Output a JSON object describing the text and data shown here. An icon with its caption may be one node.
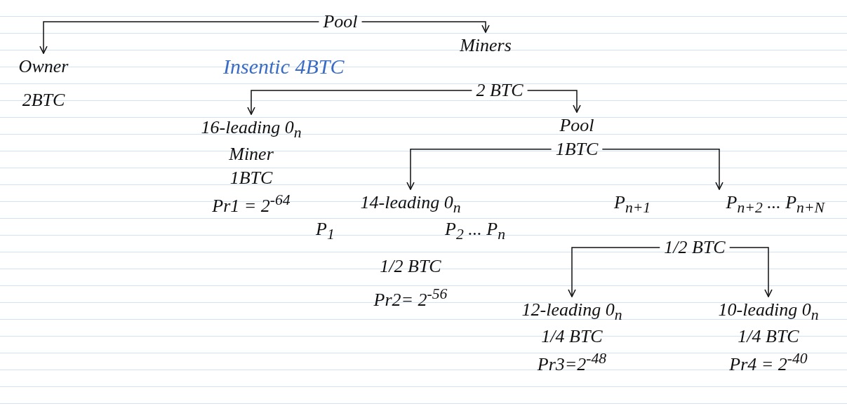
{
  "diagram": {
    "nodes": [
      {
        "text": [
          "Pool"
        ]
      },
      {
        "text": [
          "Owner",
          "2BTC"
        ]
      },
      {
        "text": [
          "Miners"
        ]
      },
      {
        "text": [
          "2 BTC"
        ]
      },
      {
        "text": [
          "16-leading 0$_{n}$",
          "Miner",
          "1BTC",
          "Pr1 = 2$^{-64}$"
        ]
      },
      {
        "text": [
          "Pool",
          "1BTC"
        ]
      },
      {
        "text": [
          "14-leading 0$_{n}$",
          "P$_{1}$",
          "P$_{2}$ ... P$_{n}$",
          "1/2 BTC",
          "Pr2= 2$^{-56}$"
        ]
      },
      {
        "text": [
          "P$_{n+1}$",
          "P$_{n+2}$ ... P$_{n+N}$"
        ]
      },
      {
        "text": [
          "1/2 BTC"
        ]
      },
      {
        "text": [
          "12-leading 0$_{n}$",
          "1/4 BTC",
          "Pr3=2$^{-48}$"
        ]
      },
      {
        "text": [
          "10-leading 0$_{n}$",
          "1/4 BTC",
          "Pr4 = 2$^{-40}$"
        ]
      }
    ],
    "edges": [
      {
        "from": 0,
        "to": 1,
        "arrow": "to"
      },
      {
        "from": 0,
        "to": 2,
        "arrow": "to"
      },
      {
        "from": 3,
        "to": 4,
        "arrow": "to"
      },
      {
        "from": 3,
        "to": 5,
        "arrow": "to"
      },
      {
        "from": 5,
        "to": 6,
        "arrow": "to"
      },
      {
        "from": 5,
        "to": 7,
        "arrow": "to"
      },
      {
        "from": 8,
        "to": 9,
        "arrow": "to"
      },
      {
        "from": 8,
        "to": 10,
        "arrow": "to"
      }
    ],
    "labels": [
      "Insentic 4BTC"
    ]
  }
}
